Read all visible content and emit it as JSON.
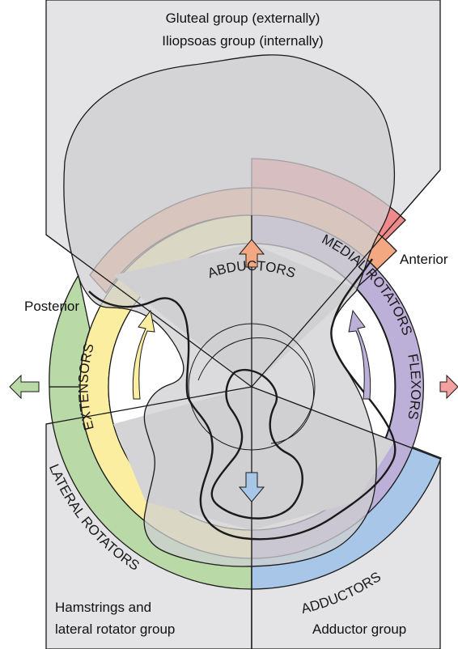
{
  "regions": {
    "top_line1": "Gluteal group (externally)",
    "top_line2": "Iliopsoas group (internally)",
    "bottom_left_line1": "Hamstrings and",
    "bottom_left_line2": "lateral rotator group",
    "bottom_right": "Adductor group"
  },
  "directions": {
    "posterior": "Posterior",
    "anterior": "Anterior"
  },
  "muscle_rings": {
    "abductors": "ABDUCTORS",
    "medial_rotators": "MEDIAL ROTATORS",
    "extensors": "EXTENSORS",
    "flexors": "FLEXORS",
    "lateral_rotators": "LATERAL ROTATORS",
    "adductors": "ADDUCTORS"
  },
  "colors": {
    "abductors": "#f4a882",
    "medial_rotators": "#f08a8a",
    "extensors": "#fbeea0",
    "flexors": "#bdb0d8",
    "lateral_rotators": "#b9d9a6",
    "adductors": "#a8c6e8",
    "panel": "#e4e4e6",
    "bone": "#cfcfd2"
  }
}
